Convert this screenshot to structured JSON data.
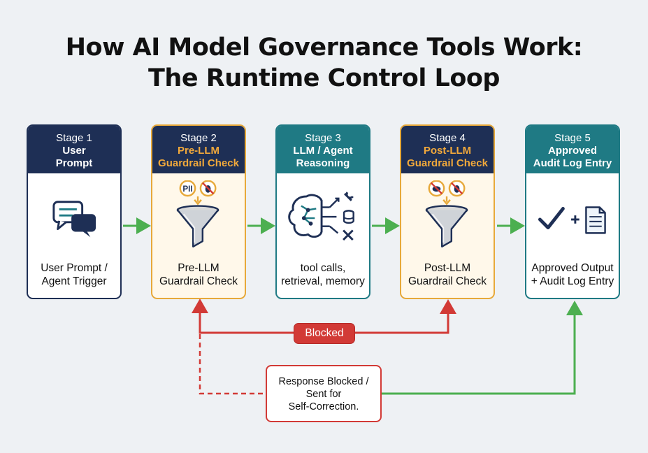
{
  "title": {
    "line1": "How AI Model Governance Tools Work:",
    "line2": "The Runtime Control Loop"
  },
  "stages": [
    {
      "stage": "Stage 1",
      "name_line1": "User",
      "name_line2": "Prompt",
      "caption_line1": "User Prompt /",
      "caption_line2": "Agent Trigger",
      "icon": "chat-bubbles-icon"
    },
    {
      "stage": "Stage 2",
      "name_line1": "Pre-LLM",
      "name_line2": "Guardrail Check",
      "caption_line1": "Pre-LLM",
      "caption_line2": "Guardrail Check",
      "icon": "filter-funnel-icon",
      "icon_badges": [
        "PII",
        "bug-blocked"
      ]
    },
    {
      "stage": "Stage 3",
      "name_line1": "LLM / Agent",
      "name_line2": "Reasoning",
      "caption_line1": "tool calls,",
      "caption_line2": "retrieval, memory",
      "icon": "brain-network-icon"
    },
    {
      "stage": "Stage 4",
      "name_line1": "Post-LLM",
      "name_line2": "Guardrail Check",
      "caption_line1": "Post-LLM",
      "caption_line2": "Guardrail Check",
      "icon": "filter-funnel-icon",
      "icon_badges": [
        "eye-blocked",
        "bug-blocked"
      ]
    },
    {
      "stage": "Stage 5",
      "name_line1": "Approved",
      "name_line2": "Audit Log Entry",
      "caption_line1": "Approved Output",
      "caption_line2": "+ Audit Log Entry",
      "icon": "check-plus-document-icon"
    }
  ],
  "blocked_label": "Blocked",
  "response_box": {
    "line1": "Response Blocked /",
    "line2": "Sent for",
    "line3": "Self-Correction."
  },
  "colors": {
    "navy": "#1e2f55",
    "teal": "#1f7a84",
    "gold": "#e7a93a",
    "green_arrow": "#4caf50",
    "red": "#d23a36"
  }
}
